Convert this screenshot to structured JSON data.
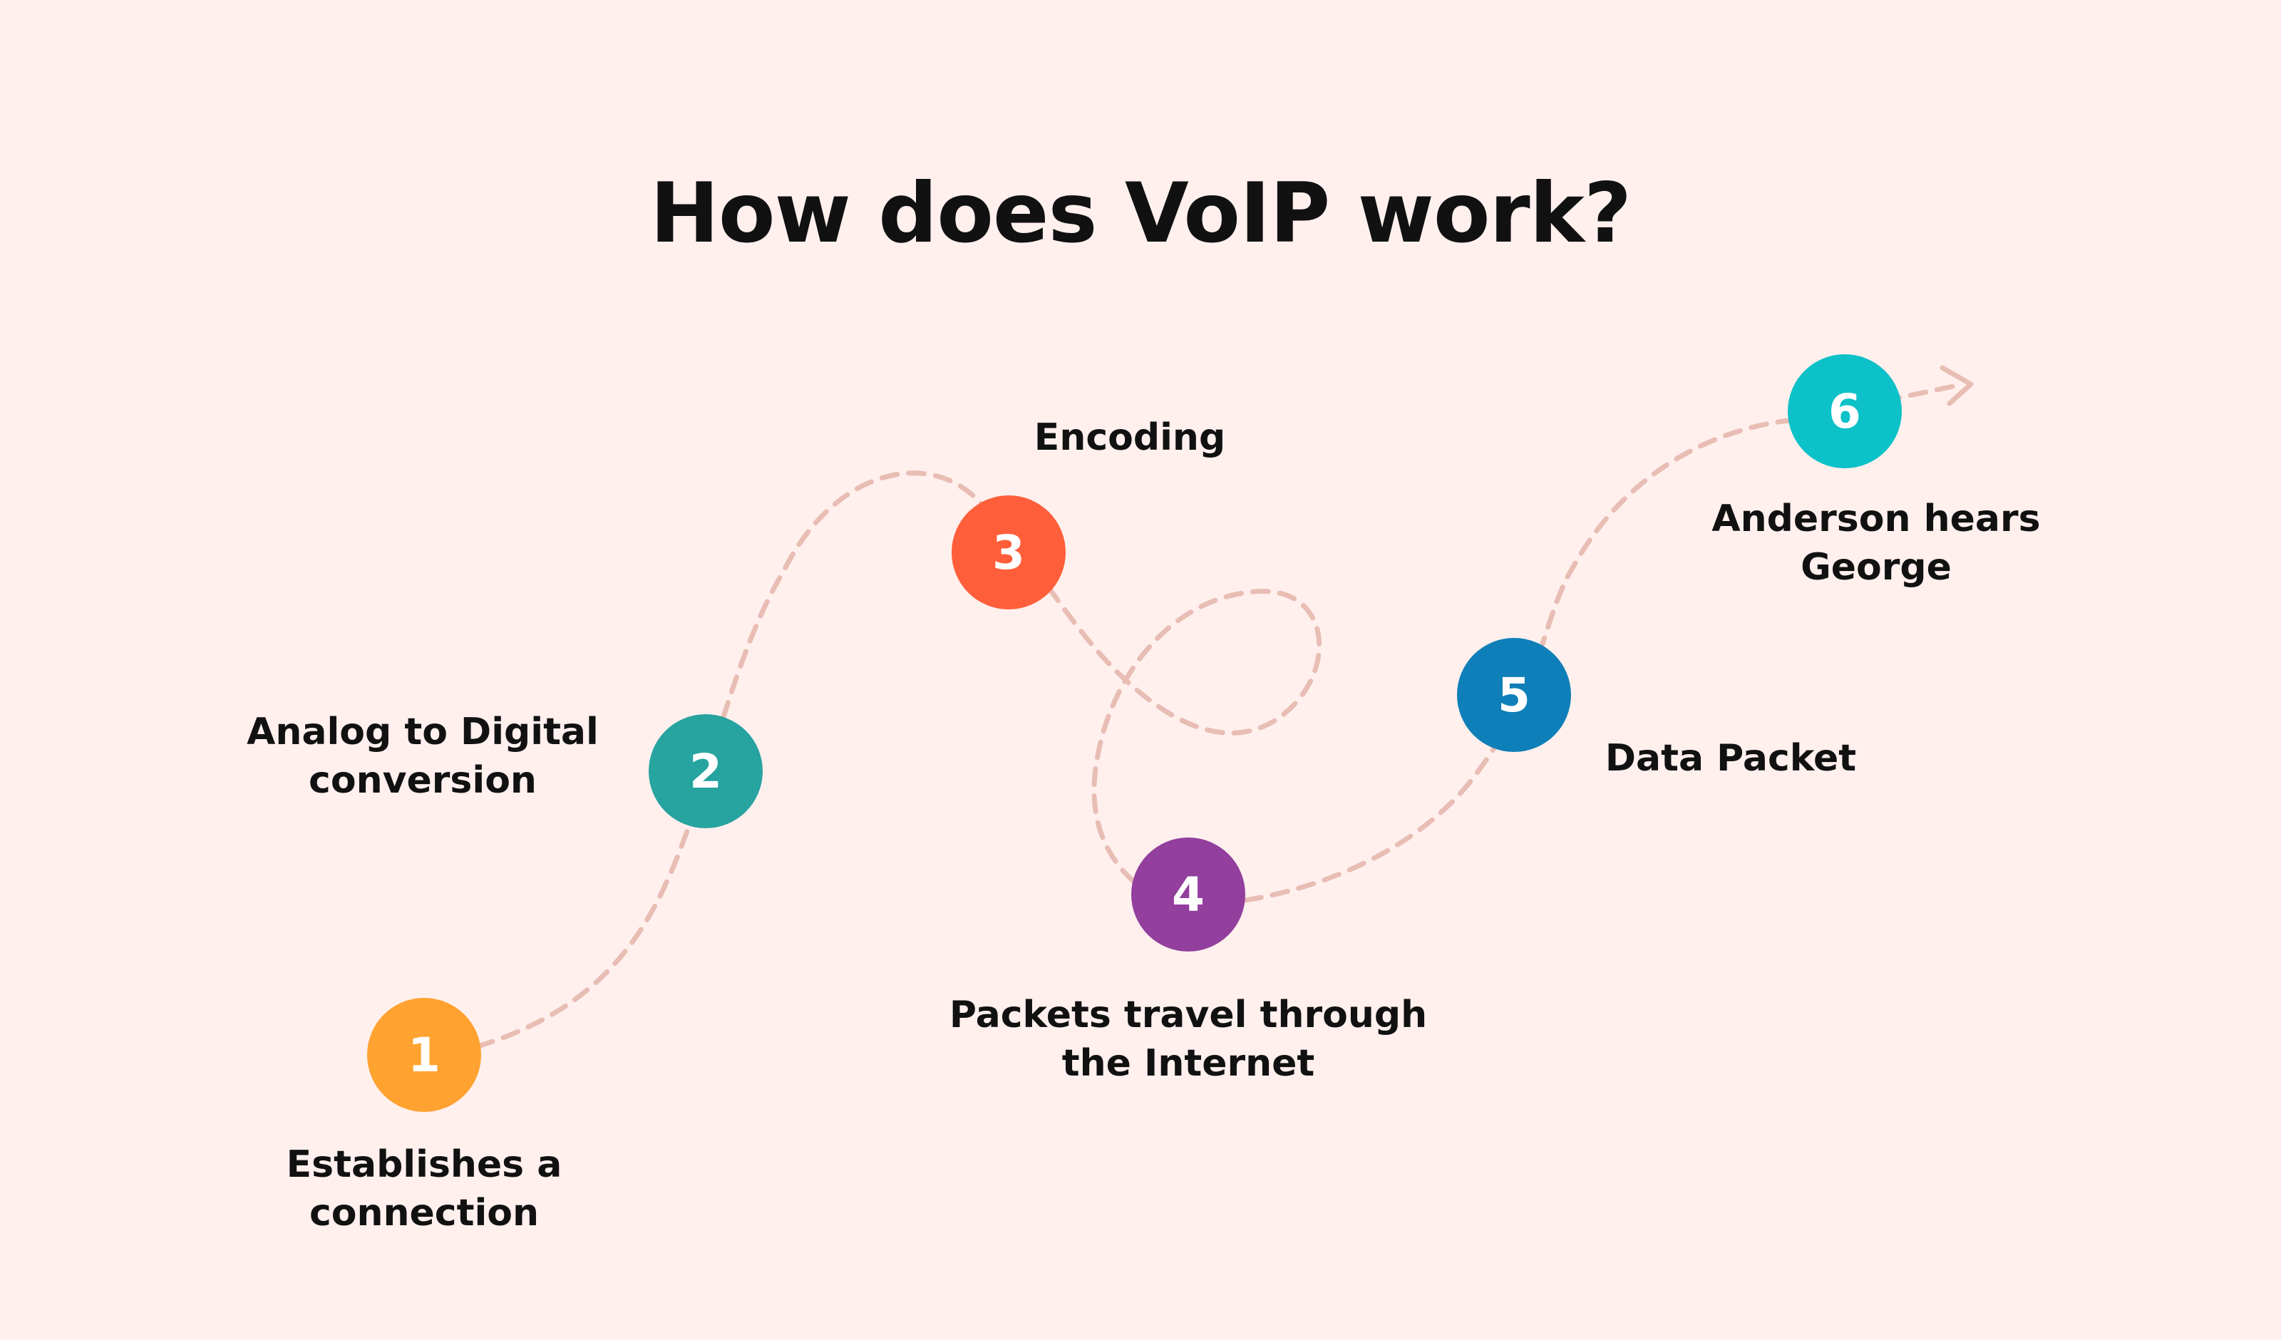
{
  "title": "How does VoIP work?",
  "colors": {
    "background": "#FFF0EE",
    "path": "#E8BDB4",
    "text": "#111111"
  },
  "steps": [
    {
      "number": "1",
      "label": "Establishes a\nconnection",
      "color": "#FFA230"
    },
    {
      "number": "2",
      "label": "Analog to Digital\nconversion",
      "color": "#27A3A0"
    },
    {
      "number": "3",
      "label": "Encoding",
      "color": "#FF5E3A"
    },
    {
      "number": "4",
      "label": "Packets travel through\nthe Internet",
      "color": "#923F9E"
    },
    {
      "number": "5",
      "label": "Data Packet",
      "color": "#0E7FB8"
    },
    {
      "number": "6",
      "label": "Anderson hears\nGeorge",
      "color": "#0DC1C8"
    }
  ]
}
